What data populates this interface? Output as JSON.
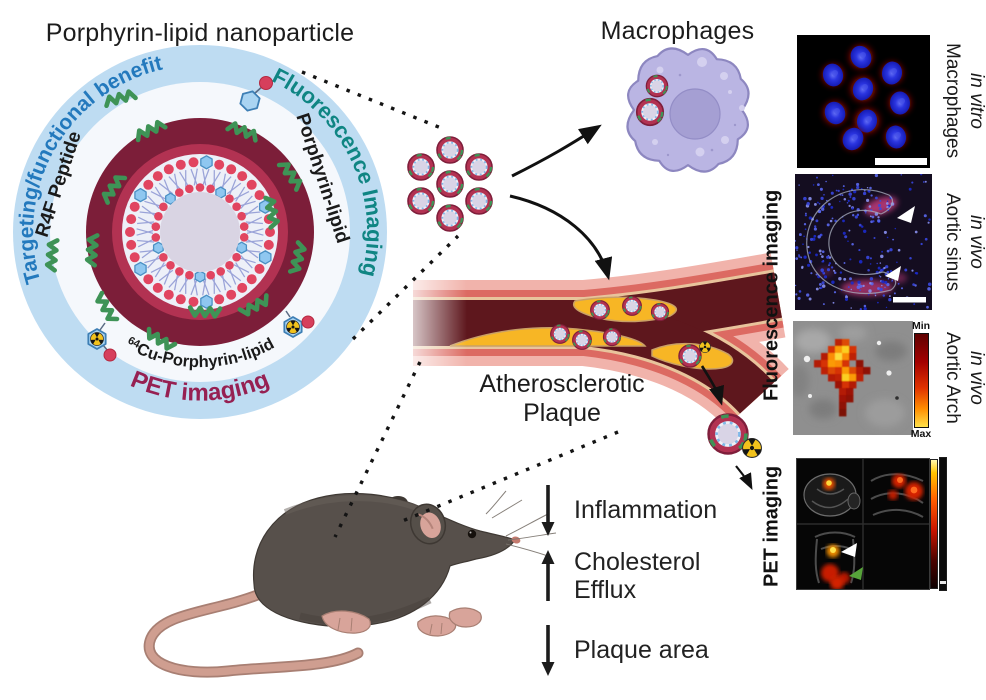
{
  "figure": {
    "nanoparticle_title": "Porphyrin-lipid nanoparticle",
    "macrophages_title": "Macrophages",
    "plaque_line1": "Atherosclerotic",
    "plaque_line2": "Plaque",
    "circle_labels": {
      "targeting": "Targeting/functional benefit",
      "fluorescence": "Fluorescence Imaging",
      "pet": "PET imaging",
      "r4f": "R4F Peptide",
      "porphyrin": "Porphyrin-lipid",
      "cu64_superscript": "64",
      "cu64_text": "Cu-Porphyrin-lipid"
    },
    "outcomes": [
      {
        "direction": "decrease",
        "label": "Inflammation"
      },
      {
        "direction": "increase",
        "label": "Cholesterol Efflux"
      },
      {
        "direction": "decrease",
        "label": "Plaque area"
      }
    ]
  },
  "side_panel": {
    "groups": [
      {
        "label": "Fluorescence imaging"
      },
      {
        "label": "PET imaging"
      }
    ],
    "colorbar": {
      "min": "Min",
      "max": "Max"
    },
    "panel_labels": [
      {
        "context": "in vitro",
        "subject": "Macrophages"
      },
      {
        "context": "in vivo",
        "subject": "Aortic sinus"
      },
      {
        "context": "in vivo",
        "subject": "Aortic Arch"
      }
    ]
  },
  "colors": {
    "outer_ring_blue": "#bedcf2",
    "targeting_blue": "#2379bd",
    "fluorescence_teal": "#0f8583",
    "pet_maroon": "#962052",
    "nanoparticle_maroon": "#7c1e39",
    "nanoparticle_crimson": "#b23252",
    "peptide_green": "#3e9356",
    "lipid_red": "#e14560",
    "hexagon_blue": "#8fc7f0",
    "plaque_yellow": "#f7b625",
    "vessel_red": "#dc6a62",
    "vessel_pink": "#f1b3ab"
  }
}
